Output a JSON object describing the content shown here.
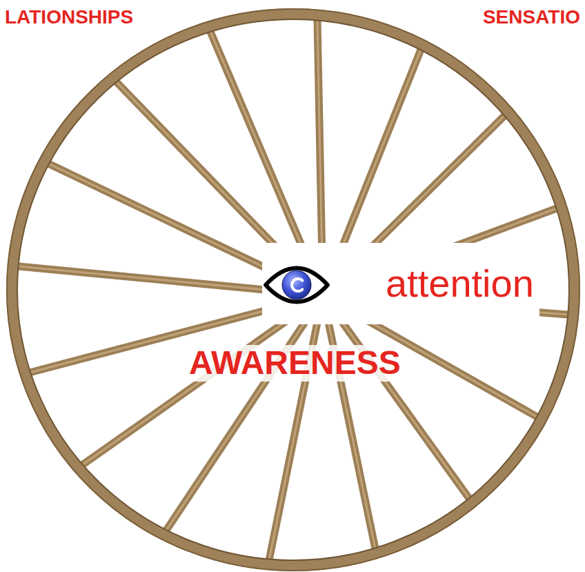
{
  "diagram": {
    "nodes": [
      {
        "text": [
          "attention"
        ]
      }
    ],
    "labels": [
      "LATIONSHIPS",
      "SENSATIO",
      "AWARENESS"
    ]
  }
}
